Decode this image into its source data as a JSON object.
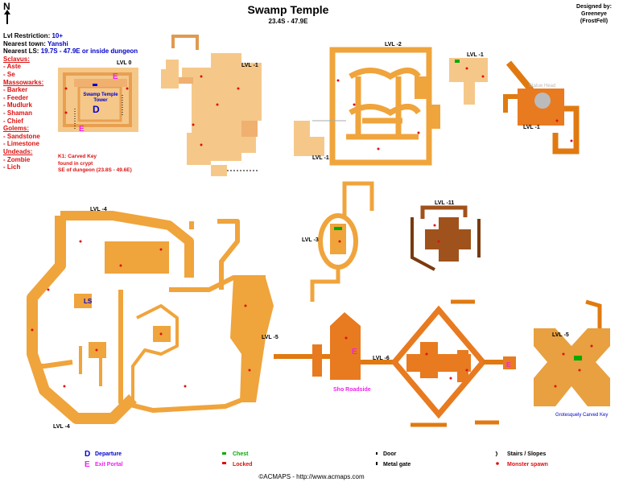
{
  "header": {
    "title": "Swamp Temple",
    "coords": "23.4S - 47.9E",
    "designed_by": "Designed by:",
    "designer": "Greeneye",
    "server": "(FrostFell)"
  },
  "info": {
    "lvl_restriction_label": "Lvl Restriction:",
    "lvl_restriction_value": "10+",
    "nearest_town_label": "Nearest town:",
    "nearest_town_value": "Yanshi",
    "nearest_ls_label": "Nearest LS:",
    "nearest_ls_value": "19.7S - 47.9E or inside dungeon",
    "monster_groups": [
      {
        "title": "Sclavus:",
        "members": [
          "- Aste",
          "- Se"
        ]
      },
      {
        "title": "Massowarks:",
        "members": [
          "- Barker",
          "- Feeder",
          "- Mudlurk",
          "- Shaman",
          "- Chief"
        ]
      },
      {
        "title": "Golems:",
        "members": [
          "- Sandstone",
          "- Limestone"
        ]
      },
      {
        "title": "Undeads:",
        "members": [
          "- Zombie",
          "- Lich"
        ]
      }
    ],
    "key_note": [
      "K1: Carved Key",
      "found in crypt",
      "SE of dungeon (23.8S - 49.6E)"
    ]
  },
  "map_labels": {
    "lvl0": "LVL 0",
    "lvl_m1_top": "LVL -1",
    "lvl_m2": "LVL -2",
    "lvl_m1_small": "LVL -1",
    "lvl_m1_right": "LVL -1",
    "lvl_m1_bottomleft": "LVL -1",
    "lvl_m3": "LVL -3",
    "lvl_m11": "LVL -11",
    "lvl_m4_top": "LVL -4",
    "lvl_m4_bottom": "LVL -4",
    "lvl_m5_mid": "LVL -5",
    "lvl_m6": "LVL -6",
    "lvl_m5_right": "LVL -5",
    "swamp_temple_tower": "Swamp Temple\nTower",
    "statue_head": "Statue Head",
    "sho_roadside": "Sho Roadside",
    "grotesquely_carved_key": "Grotesquely Carved Key",
    "departure_marker": "D",
    "exit_marker": "E",
    "ls_marker": "LS"
  },
  "legend": {
    "departure_icon": "D",
    "departure": "Departure",
    "exit_icon": "E",
    "exit": "Exit Portal",
    "chest": "Chest",
    "locked": "Locked",
    "door": "Door",
    "metal_gate": "Metal gate",
    "stairs": "Stairs / Slopes",
    "monster": "Monster spawn"
  },
  "footer": "©ACMAPS - http://www.acmaps.com",
  "colors": {
    "pale": "#f5c88a",
    "pale_dark": "#e8b070",
    "orange": "#f0a43c",
    "orange_dark": "#e07a10",
    "brown": "#a0521c",
    "brown_dark": "#7a3a0e",
    "red_text": "#dd1111",
    "blue_text": "#0000cc",
    "magenta": "#ee22ee"
  }
}
